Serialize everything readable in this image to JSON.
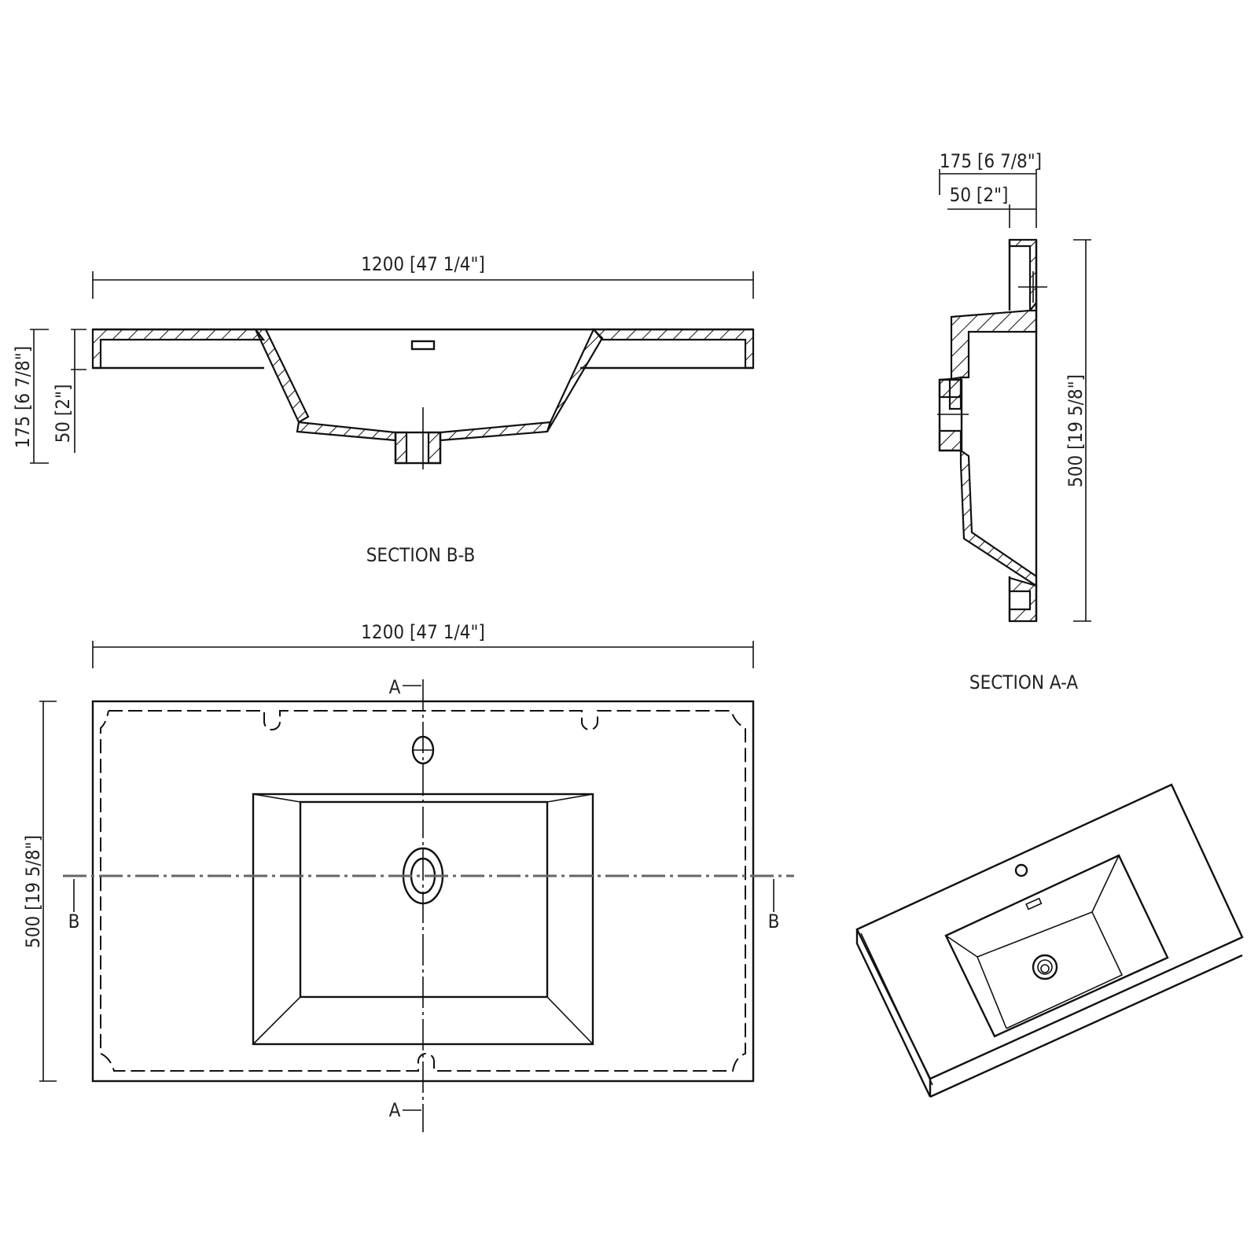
{
  "drawing": {
    "type": "technical drawing - vanity sink top",
    "section_bb": {
      "title": "SECTION B-B",
      "width_dim": "1200 [47 1/4\"]",
      "height_dim_total": "175 [6 7/8\"]",
      "height_dim_rim": "50 [2\"]"
    },
    "section_aa": {
      "title": "SECTION A-A",
      "depth_dim_total": "175 [6 7/8\"]",
      "depth_dim_rim": "50 [2\"]",
      "length_dim": "500 [19 5/8\"]"
    },
    "plan_view": {
      "width_dim": "1200 [47 1/4\"]",
      "depth_dim": "500 [19 5/8\"]",
      "section_marker_a": "A",
      "section_marker_b": "B"
    },
    "isometric_view": {
      "label": ""
    }
  }
}
